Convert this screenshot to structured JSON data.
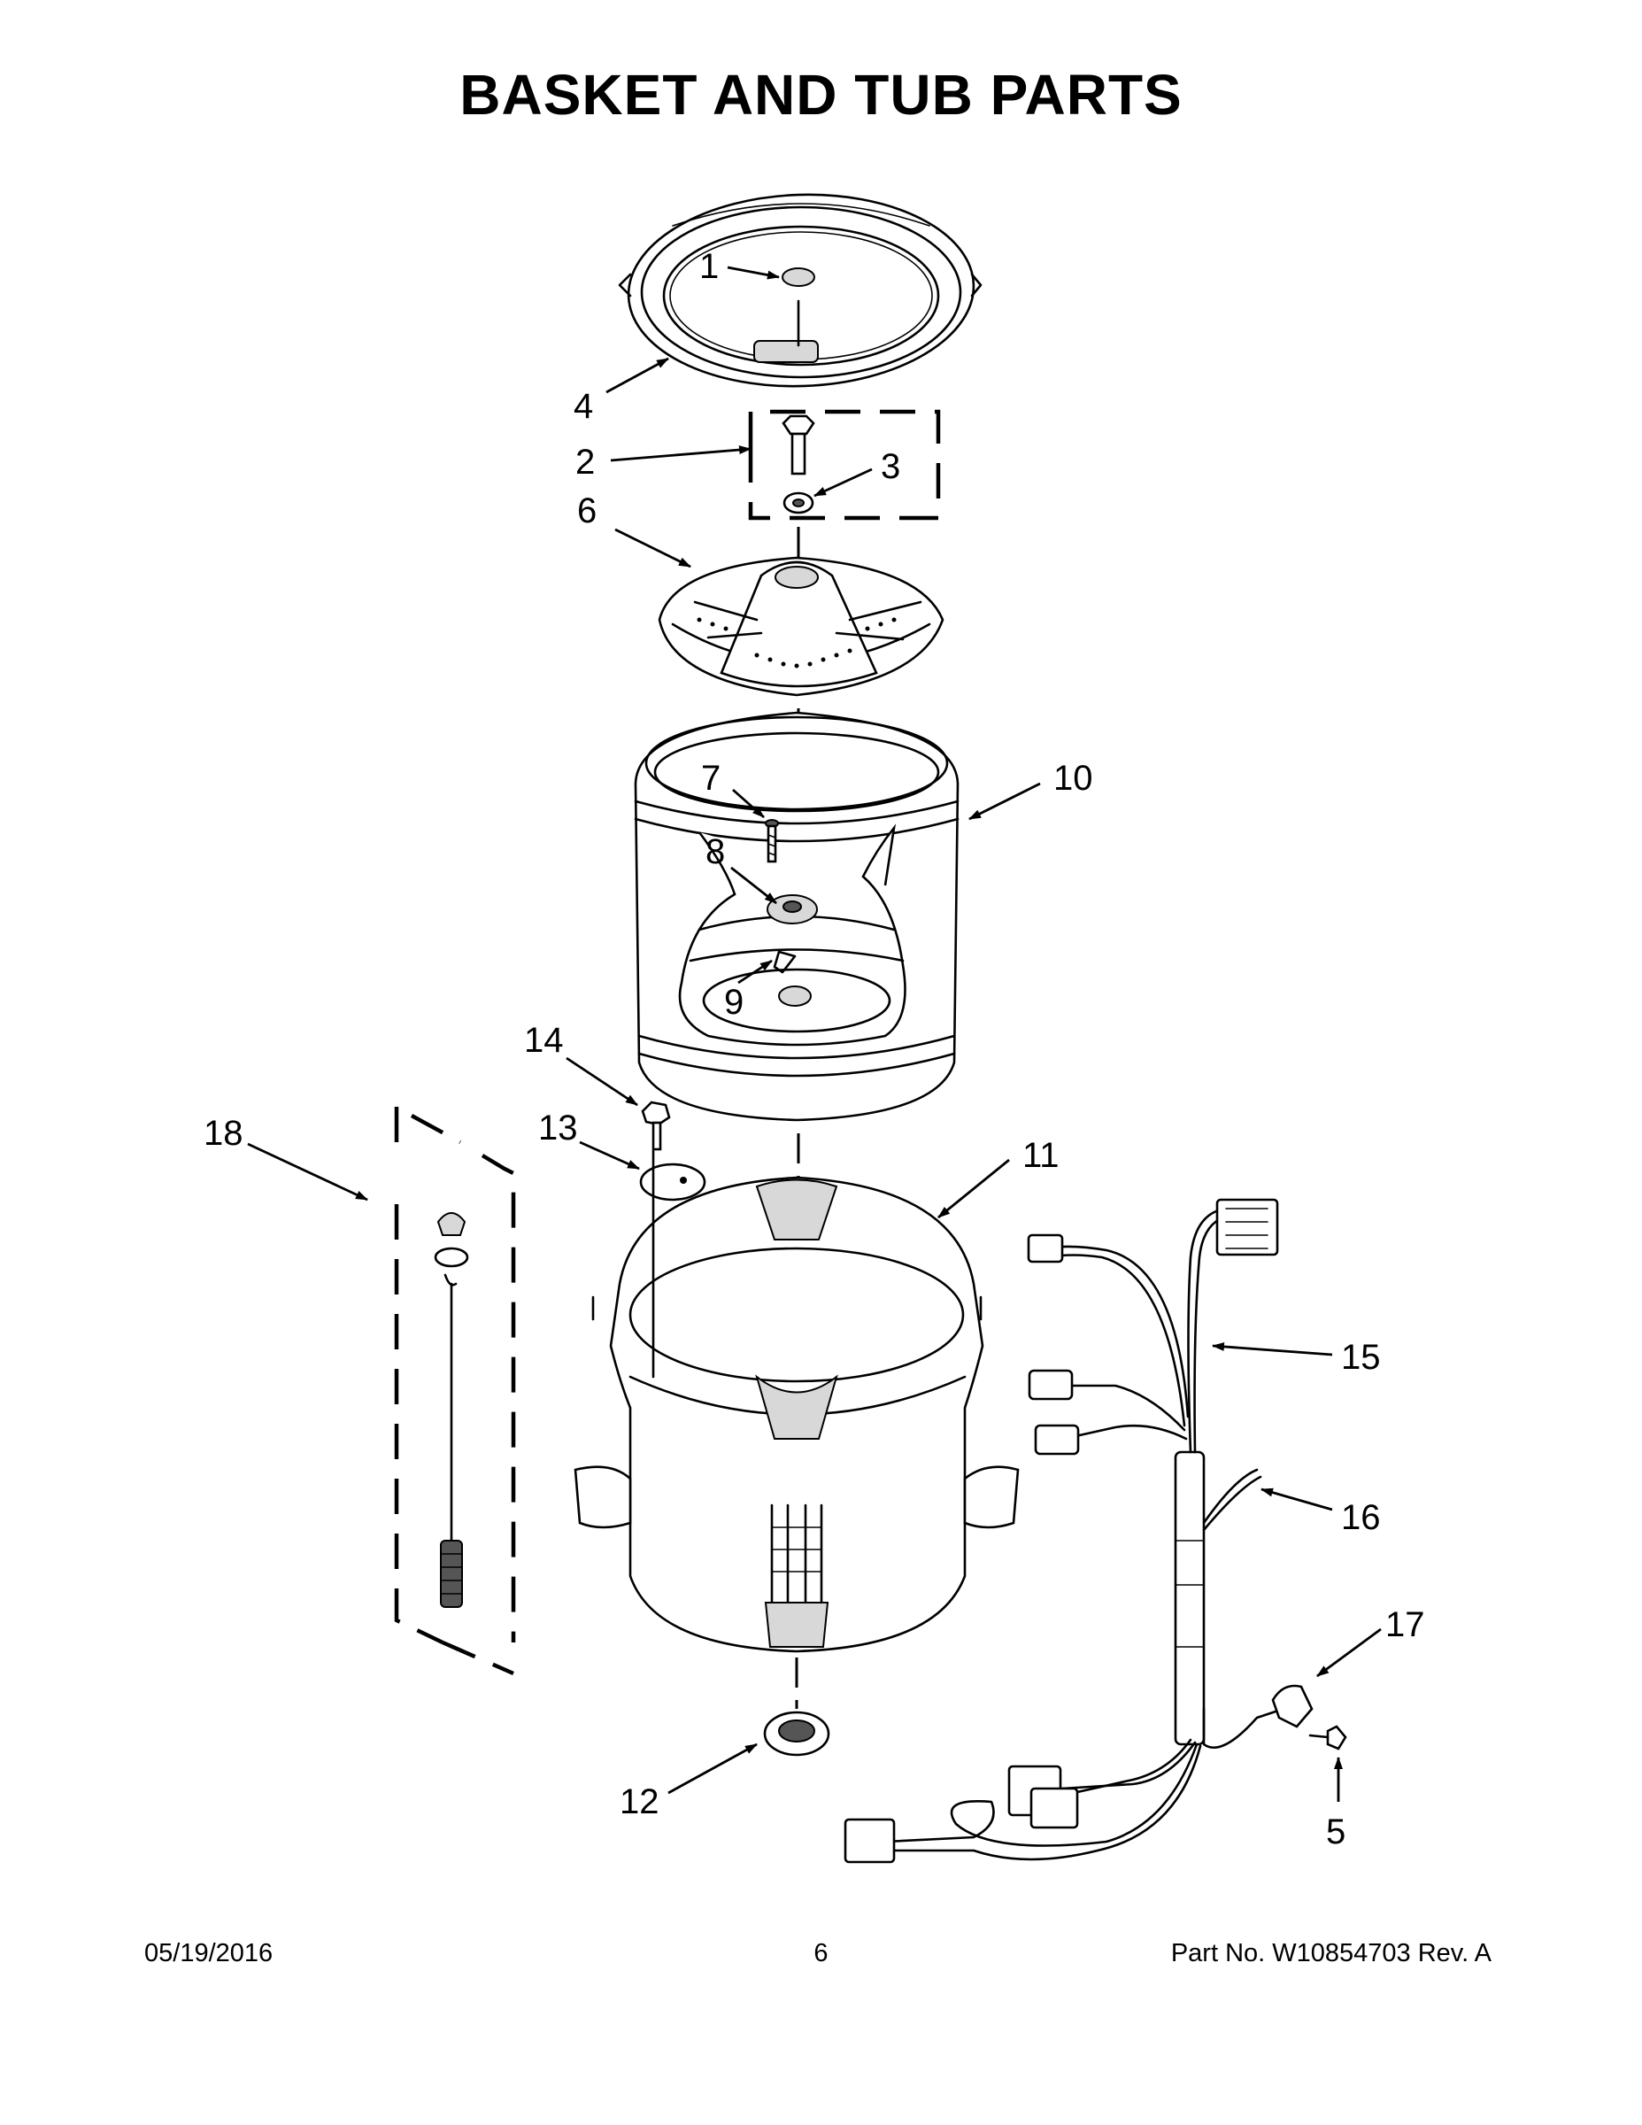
{
  "title": "BASKET AND TUB PARTS",
  "footer": {
    "date": "05/19/2016",
    "page": "6",
    "part": "Part No.  W10854703  Rev.  A"
  },
  "callouts": [
    "1",
    "2",
    "3",
    "4",
    "5",
    "6",
    "7",
    "8",
    "9",
    "10",
    "11",
    "12",
    "13",
    "14",
    "15",
    "16",
    "17",
    "18"
  ]
}
